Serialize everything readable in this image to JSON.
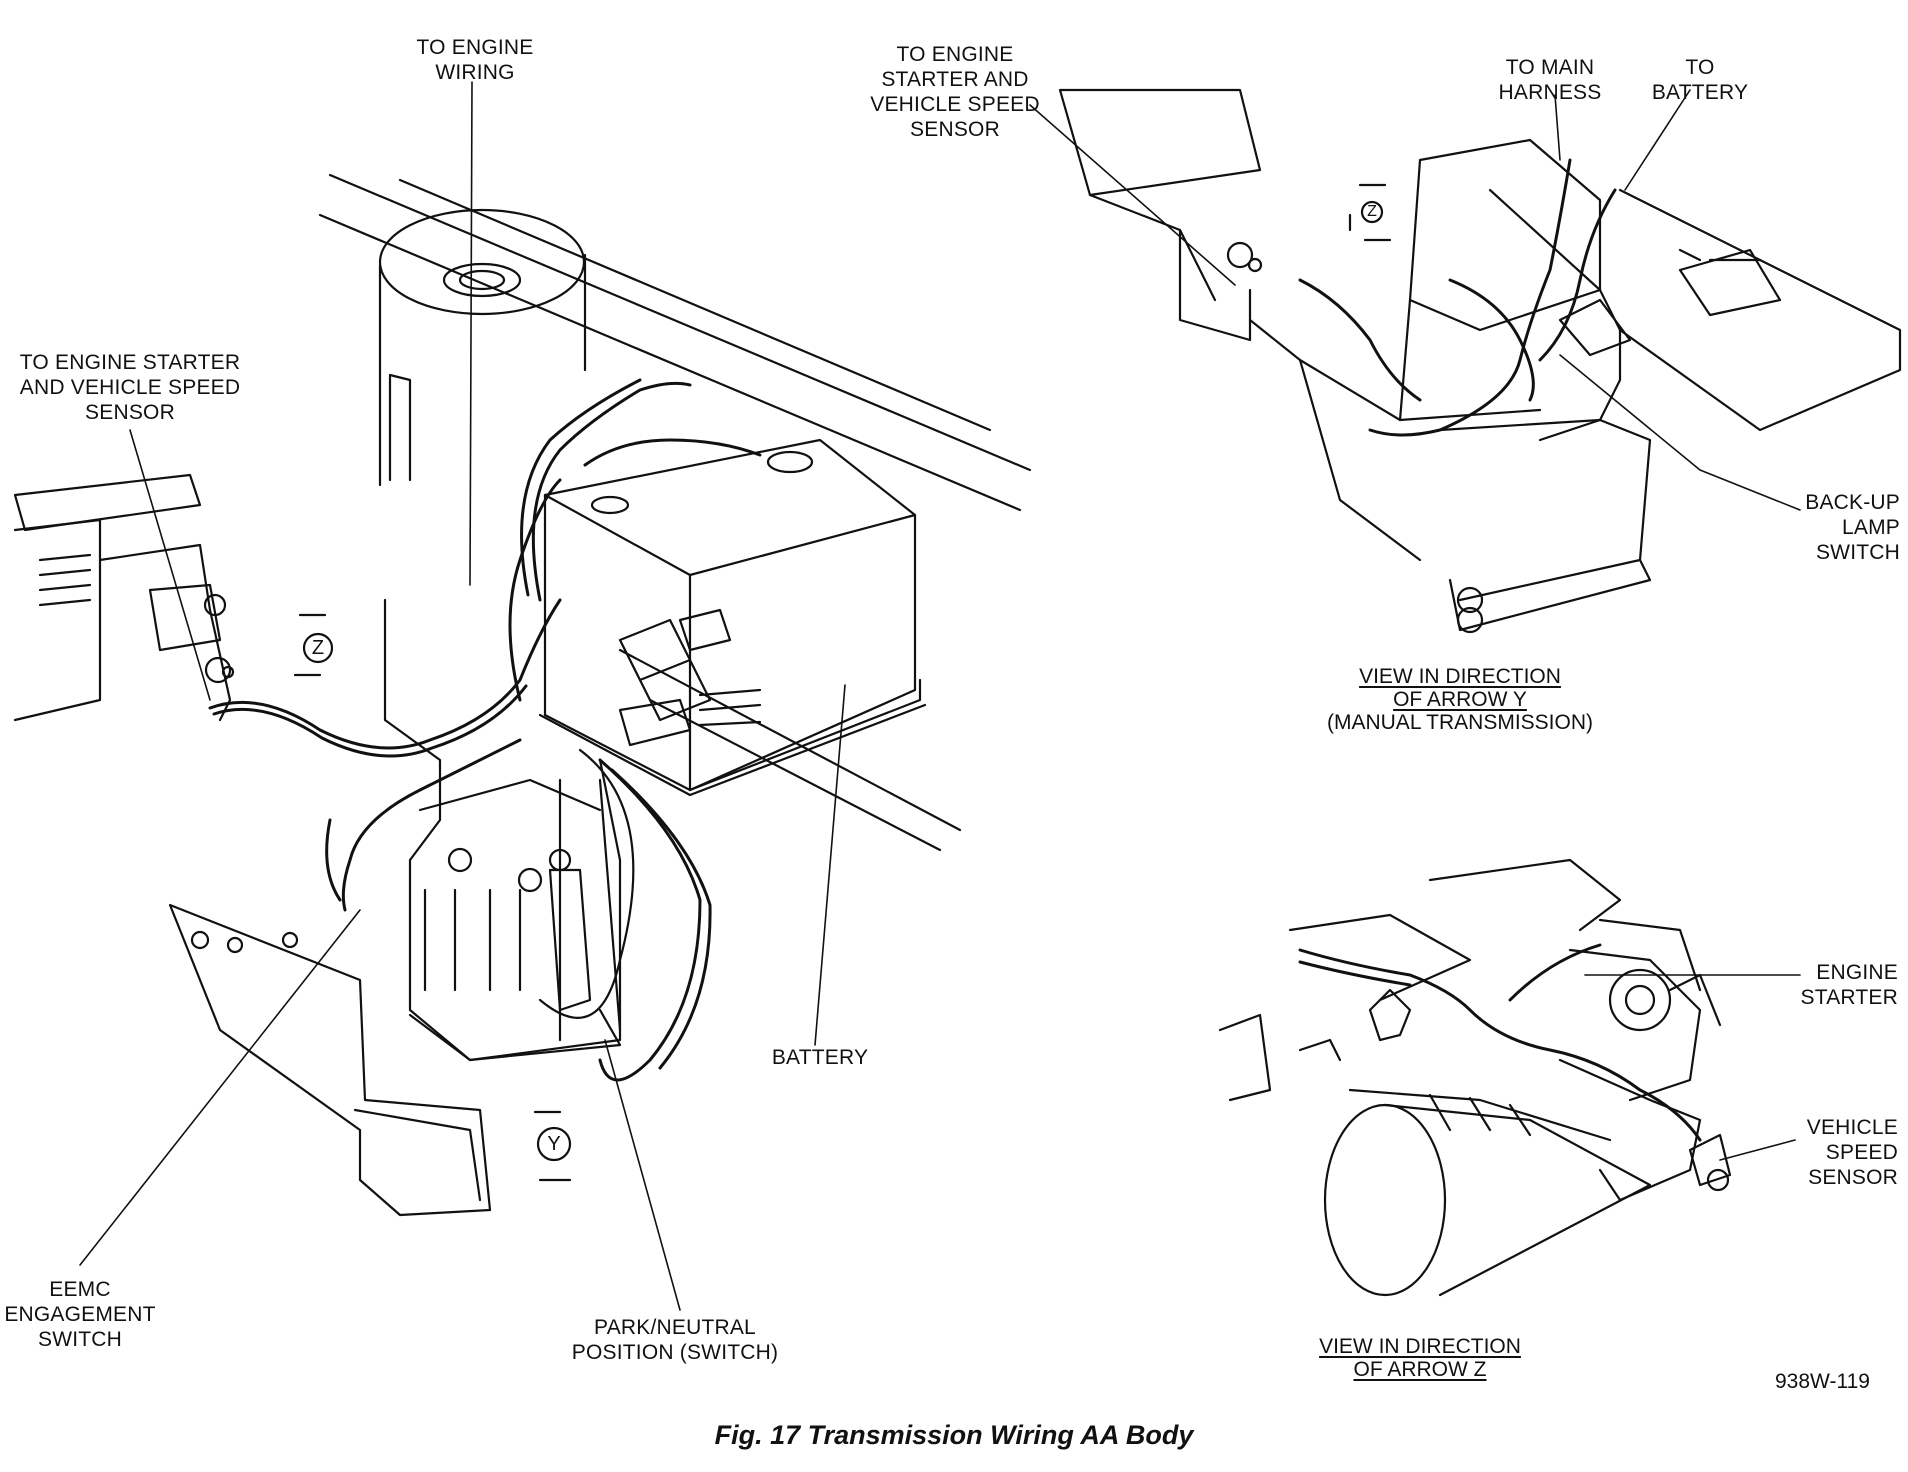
{
  "callouts": {
    "to_engine_wiring": "TO ENGINE\nWIRING",
    "to_engine_starter_left": "TO ENGINE STARTER\nAND VEHICLE SPEED\nSENSOR",
    "to_engine_starter_right": "TO ENGINE\nSTARTER AND\nVEHICLE SPEED\nSENSOR",
    "to_main_harness": "TO MAIN\nHARNESS",
    "to_battery": "TO\nBATTERY",
    "back_up_lamp_switch": "BACK-UP\nLAMP\nSWITCH",
    "battery": "BATTERY",
    "engine_starter": "ENGINE\nSTARTER",
    "vehicle_speed_sensor": "VEHICLE\nSPEED\nSENSOR",
    "eemc_engagement_switch": "EEMC\nENGAGEMENT\nSWITCH",
    "park_neutral_switch": "PARK/NEUTRAL\nPOSITION (SWITCH)"
  },
  "views": {
    "arrow_y": {
      "line1": "VIEW IN DIRECTION",
      "line2": "OF ARROW Y",
      "line3": "(MANUAL TRANSMISSION)"
    },
    "arrow_z": {
      "line1": "VIEW IN DIRECTION",
      "line2": "OF ARROW Z"
    }
  },
  "arrow_markers": {
    "y": "Y",
    "z_main": "Z",
    "z_right": "Z"
  },
  "figure_code": "938W-119",
  "caption": "Fig. 17 Transmission Wiring AA Body"
}
